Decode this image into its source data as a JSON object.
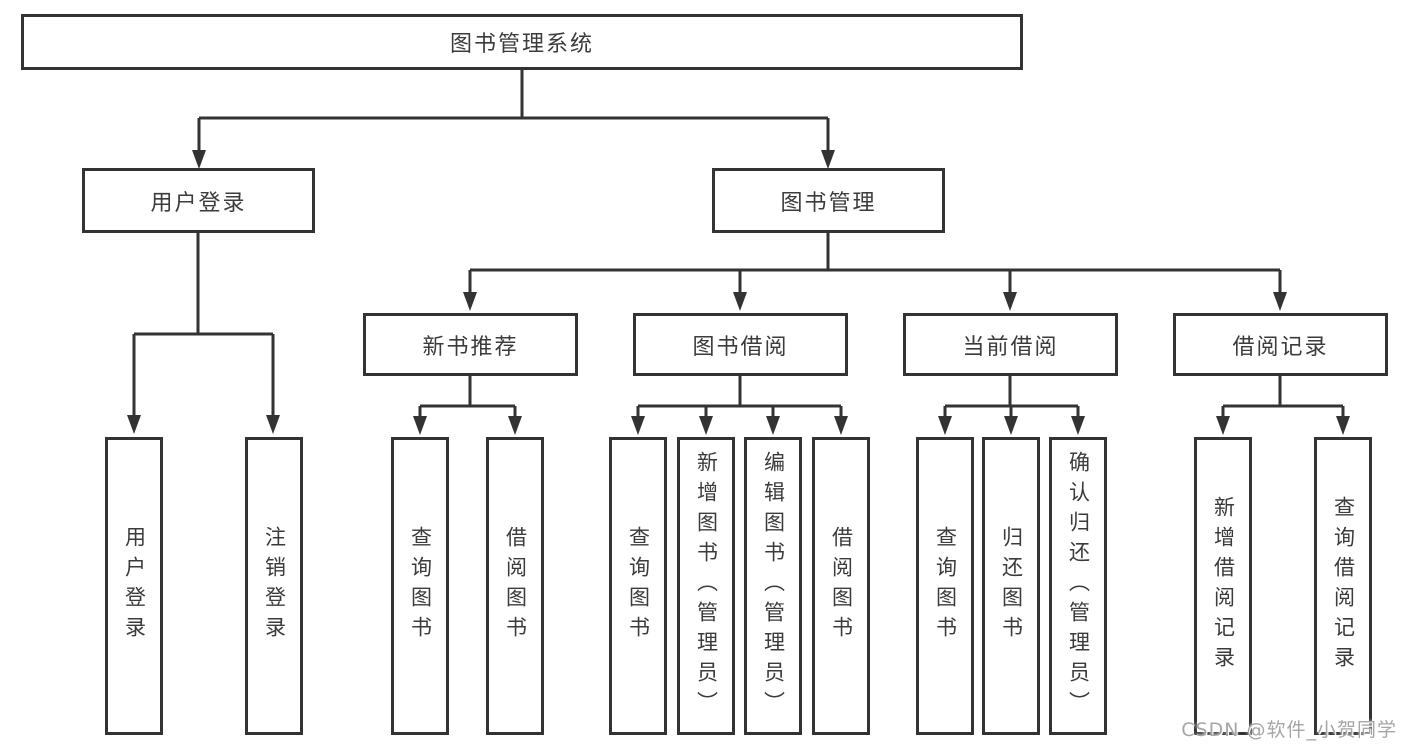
{
  "diagram": {
    "title": "图书管理系统",
    "branches": [
      {
        "label": "用户登录",
        "children": [
          {
            "label": "用户登录"
          },
          {
            "label": "注销登录"
          }
        ]
      },
      {
        "label": "图书管理",
        "children": [
          {
            "label": "新书推荐",
            "children": [
              {
                "label": "查询图书"
              },
              {
                "label": "借阅图书"
              }
            ]
          },
          {
            "label": "图书借阅",
            "children": [
              {
                "label": "查询图书"
              },
              {
                "label": "新增图书（管理员）"
              },
              {
                "label": "编辑图书（管理员）"
              },
              {
                "label": "借阅图书"
              }
            ]
          },
          {
            "label": "当前借阅",
            "children": [
              {
                "label": "查询图书"
              },
              {
                "label": "归还图书"
              },
              {
                "label": "确认归还（管理员）"
              }
            ]
          },
          {
            "label": "借阅记录",
            "children": [
              {
                "label": "新增借阅记录"
              },
              {
                "label": "查询借阅记录"
              }
            ]
          }
        ]
      }
    ]
  },
  "colors": {
    "line": "#333333",
    "text": "#3b3b3b",
    "watermark": "#a6a6a6",
    "background": "#ffffff"
  },
  "watermark": "CSDN @软件_小贺同学"
}
